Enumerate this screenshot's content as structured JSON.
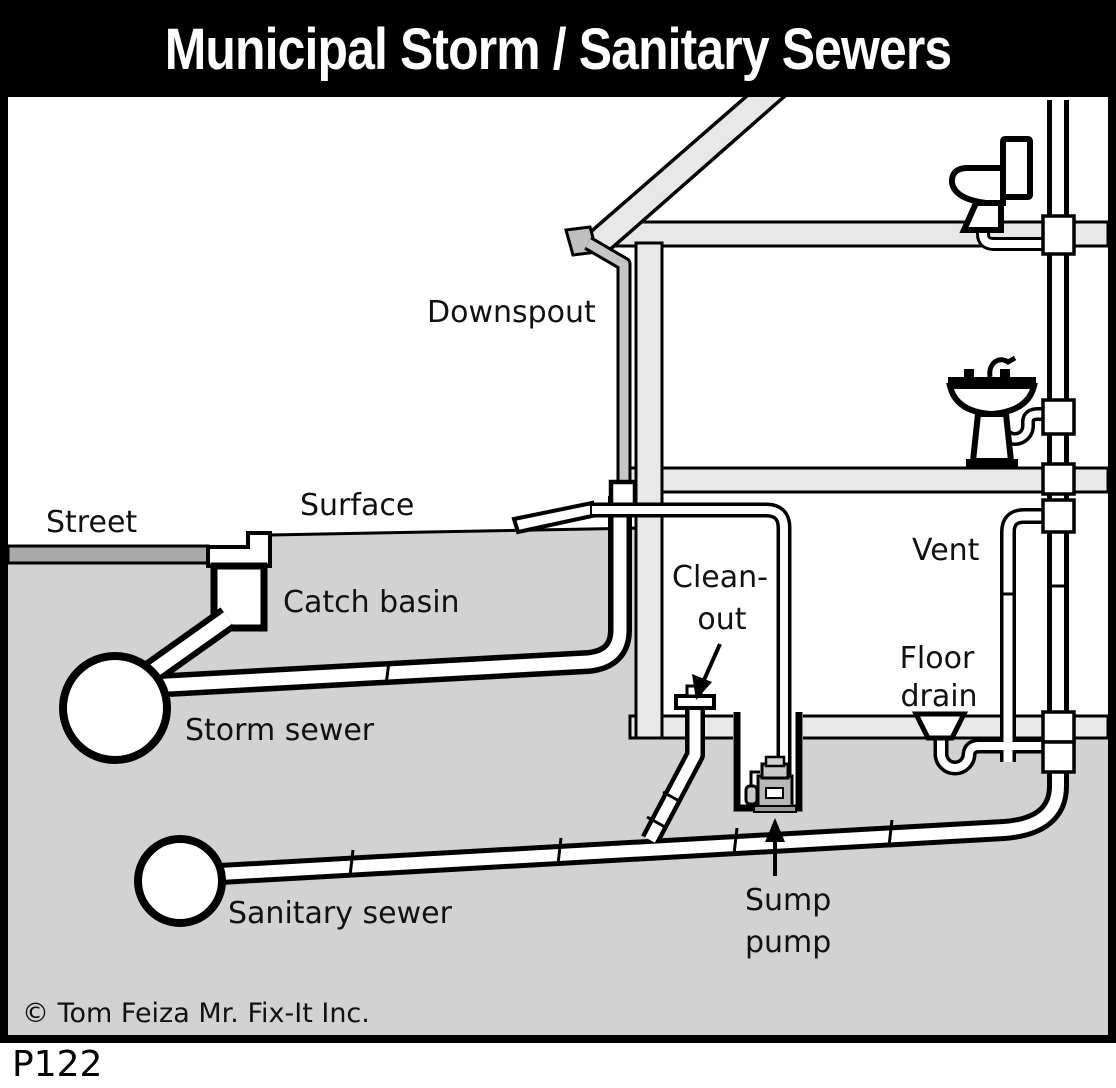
{
  "title": "Municipal Storm / Sanitary Sewers",
  "labels": {
    "street": "Street",
    "surface": "Surface",
    "catch_basin": "Catch basin",
    "storm_sewer": "Storm sewer",
    "sanitary_sewer": "Sanitary sewer",
    "downspout": "Downspout",
    "clean_out": [
      "Clean-",
      "out"
    ],
    "vent": "Vent",
    "floor_drain": [
      "Floor",
      "drain"
    ],
    "sump_pump": [
      "Sump",
      "pump"
    ]
  },
  "footer": {
    "copyright": "© Tom Feiza Mr. Fix-It Inc.",
    "figure_code": "P122"
  },
  "colors": {
    "title_bg": "#000000",
    "title_text": "#ffffff",
    "outline": "#000000",
    "ground": "#d2d2d2",
    "street": "#a8a8a8",
    "structure": "#e8e8e8",
    "downspout": "#c6c6c6",
    "pump_body": "#b8b8b8",
    "pipe_fill": "#ffffff"
  }
}
